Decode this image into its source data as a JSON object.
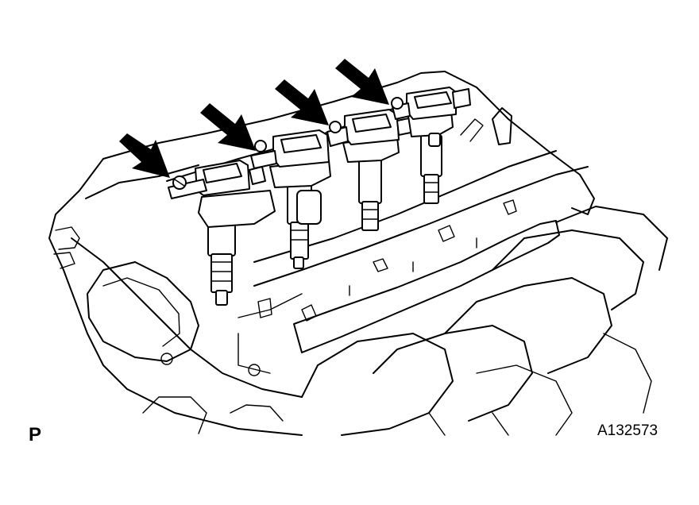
{
  "figure": {
    "view_code": "P",
    "figure_id": "A132573"
  },
  "arrows": [
    {
      "target": "coil-1-bolt"
    },
    {
      "target": "coil-2-bolt"
    },
    {
      "target": "coil-3-bolt"
    },
    {
      "target": "coil-4-bolt"
    }
  ],
  "colors": {
    "line": "#000000",
    "background": "#ffffff"
  }
}
